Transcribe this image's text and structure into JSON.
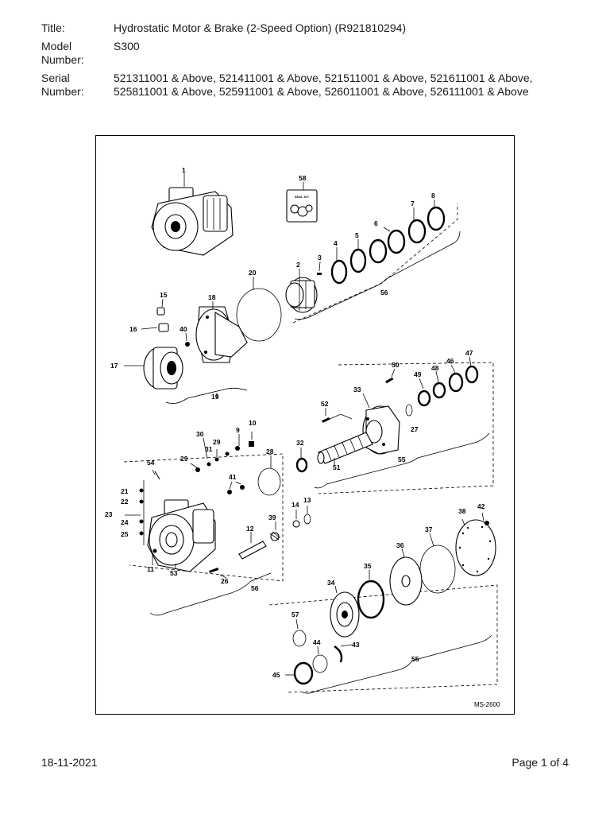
{
  "header": {
    "title_label": "Title:",
    "title_value": "Hydrostatic Motor & Brake (2-Speed Option) (R921810294)",
    "model_label": "Model Number:",
    "model_value": "S300",
    "serial_label": "Serial Number:",
    "serial_value": "521311001 & Above, 521411001 & Above, 521511001 & Above, 521611001 & Above, 525811001 & Above, 525911001 & Above, 526011001 & Above, 526111001 & Above"
  },
  "figure": {
    "drawing_id": "MS-2600",
    "seal_kit_label": "SEAL KIT",
    "callouts": [
      "1",
      "58",
      "8",
      "7",
      "6",
      "5",
      "4",
      "3",
      "2",
      "20",
      "56",
      "15",
      "18",
      "16",
      "40",
      "17",
      "19",
      "50",
      "47",
      "46",
      "48",
      "49",
      "33",
      "52",
      "27",
      "10",
      "9",
      "29",
      "30",
      "31",
      "32",
      "28",
      "51",
      "55",
      "54",
      "29",
      "41",
      "21",
      "22",
      "23",
      "24",
      "25",
      "14",
      "13",
      "39",
      "12",
      "38",
      "42",
      "37",
      "36",
      "35",
      "34",
      "11",
      "53",
      "26",
      "56",
      "57",
      "44",
      "43",
      "45",
      "55"
    ]
  },
  "footer": {
    "date": "18-11-2021",
    "page": "Page 1 of 4"
  }
}
